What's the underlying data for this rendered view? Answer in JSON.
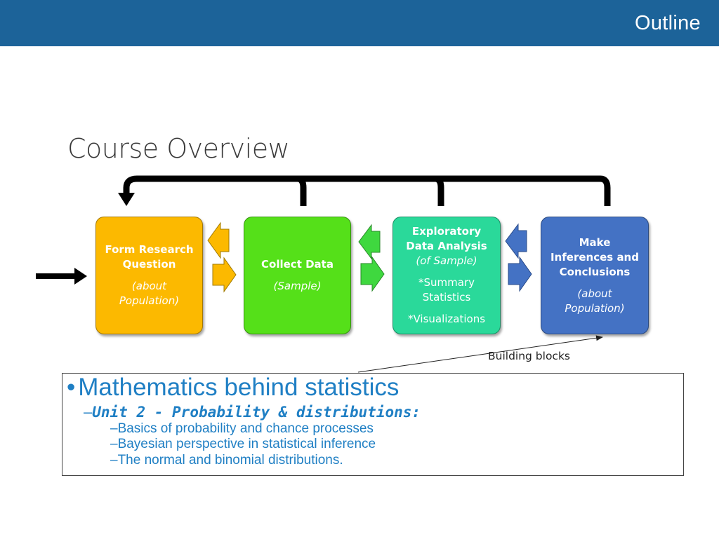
{
  "header": {
    "title": "Outline",
    "bar_color": "#1c6399"
  },
  "section_title": "Course Overview",
  "stages": [
    {
      "color": "#fcb900",
      "lines": [
        {
          "text": "Form Research",
          "style": "b"
        },
        {
          "text": "Question",
          "style": "b"
        },
        {
          "text": "(about",
          "style": "i"
        },
        {
          "text": "Population)",
          "style": "i"
        }
      ]
    },
    {
      "color": "#55e019",
      "lines": [
        {
          "text": "Collect Data",
          "style": "b"
        },
        {
          "text": "(Sample)",
          "style": "i"
        }
      ]
    },
    {
      "color": "#2ad99a",
      "lines": [
        {
          "text": "Exploratory",
          "style": "b"
        },
        {
          "text": "Data Analysis",
          "style": "b"
        },
        {
          "text": "(of Sample)",
          "style": "i"
        },
        {
          "text": "*Summary",
          "style": ""
        },
        {
          "text": "Statistics",
          "style": ""
        },
        {
          "text": "*Visualizations",
          "style": ""
        }
      ]
    },
    {
      "color": "#4472c4",
      "lines": [
        {
          "text": "Make",
          "style": "b"
        },
        {
          "text": "Inferences and",
          "style": "b"
        },
        {
          "text": "Conclusions",
          "style": "b"
        },
        {
          "text": "(about",
          "style": "i"
        },
        {
          "text": "Population)",
          "style": "i"
        }
      ]
    }
  ],
  "annotation": {
    "label": "Building blocks"
  },
  "content": {
    "bullet": "•",
    "heading": "Mathematics behind statistics",
    "unit_prefix": "–",
    "unit_title": "Unit 2 - Probability & distributions:",
    "topics": [
      "–Basics of probability and chance processes",
      "–Bayesian perspective in statistical inference",
      "–The normal and binomial distributions."
    ]
  }
}
